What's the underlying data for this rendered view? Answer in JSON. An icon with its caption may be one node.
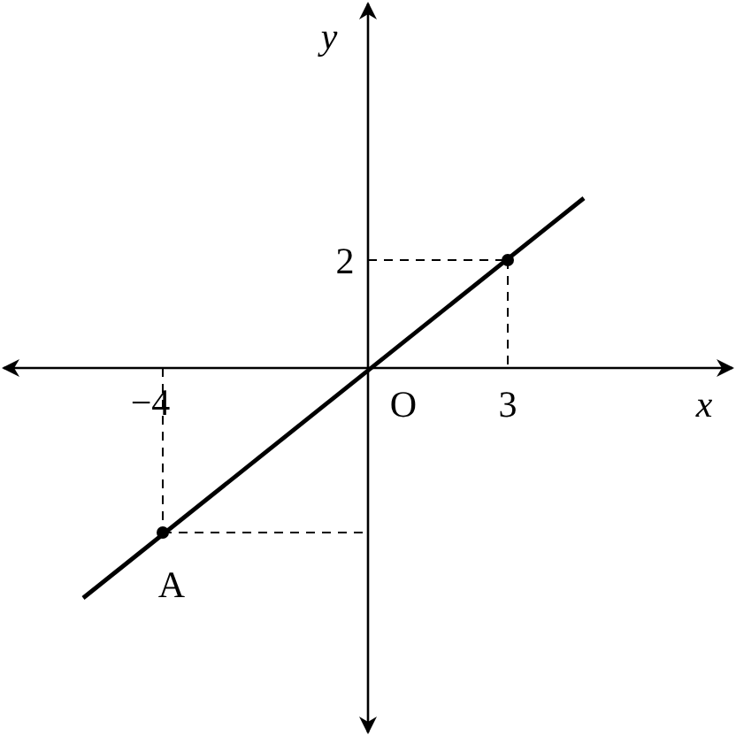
{
  "diagram": {
    "labels": [
      "y",
      "2",
      "−4",
      "O",
      "3",
      "x",
      "A"
    ]
  }
}
